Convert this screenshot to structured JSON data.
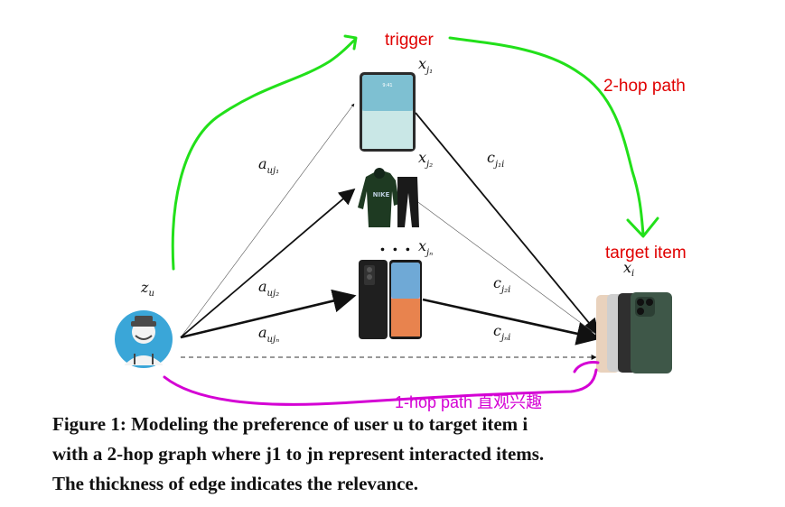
{
  "annotations": {
    "trigger": "trigger",
    "two_hop": "2-hop path",
    "target_item": "target item",
    "one_hop": "1-hop path 直观兴趣"
  },
  "nodes": {
    "user_label": "z",
    "user_sub": "u",
    "item_label": "x",
    "item_subs": [
      "j₁",
      "j₂",
      "jₙ"
    ],
    "target_label": "x",
    "target_sub": "i",
    "ellipsis": ". . ."
  },
  "edges": {
    "a_label": "a",
    "a_subs": [
      "uj₁",
      "uj₂",
      "ujₙ"
    ],
    "c_label": "c",
    "c_subs": [
      "j₁i",
      "j₂i",
      "jₙi"
    ]
  },
  "caption": {
    "line1": "Figure 1: Modeling the preference of user u to target item i",
    "line2": "with a 2-hop graph where j1 to jn represent interacted items.",
    "line3": "The thickness of edge indicates the relevance."
  },
  "colors": {
    "green": "#22e01a",
    "red": "#e00000",
    "magenta": "#d400d4",
    "user_circle": "#3aa6d8"
  }
}
